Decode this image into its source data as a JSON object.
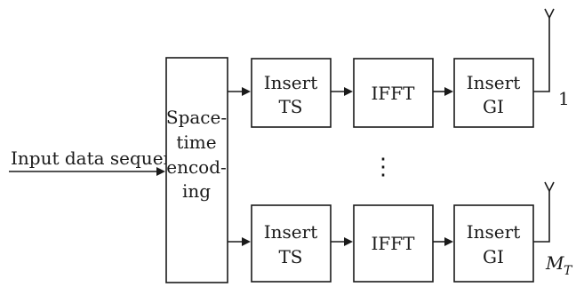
{
  "diagram": {
    "input_label": "Input data sequence",
    "encoder_lines": [
      "Space-",
      "time",
      "encod-",
      "ing"
    ],
    "branches": [
      {
        "blocks": [
          {
            "lines": [
              "Insert",
              "TS"
            ]
          },
          {
            "lines": [
              "IFFT"
            ]
          },
          {
            "lines": [
              "Insert",
              "GI"
            ]
          }
        ],
        "antenna_label": "1",
        "antenna_sub": ""
      },
      {
        "blocks": [
          {
            "lines": [
              "Insert",
              "TS"
            ]
          },
          {
            "lines": [
              "IFFT"
            ]
          },
          {
            "lines": [
              "Insert",
              "GI"
            ]
          }
        ],
        "antenna_label": "M",
        "antenna_sub": "T"
      }
    ],
    "continuation": "⋮"
  }
}
